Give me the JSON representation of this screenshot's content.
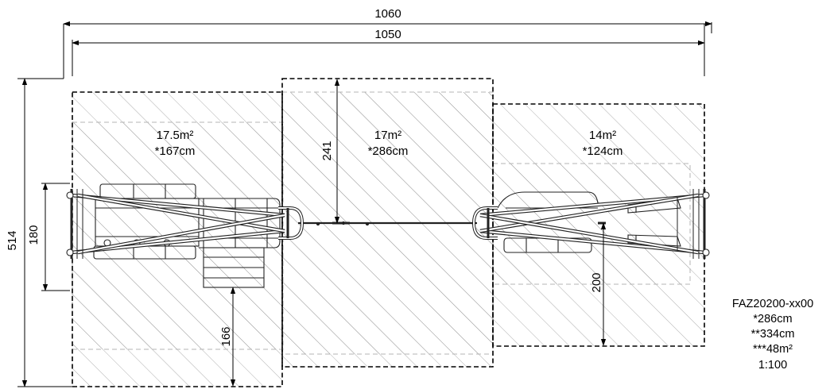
{
  "dimensions": {
    "overall_width": "1060",
    "frame_width": "1050",
    "overall_depth": "514",
    "equipment_depth": "180",
    "center_zone_depth": "241",
    "left_zone_depth": "166",
    "right_zone_depth": "200"
  },
  "zones": {
    "left": {
      "area": "17.5m²",
      "fall_height": "*167cm"
    },
    "center": {
      "area": "17m²",
      "fall_height": "*286cm"
    },
    "right": {
      "area": "14m²",
      "fall_height": "*124cm"
    }
  },
  "spec": {
    "product_code": "FAZ20200-xx00",
    "free_height": "*286cm",
    "free_space_length": "**334cm",
    "total_area": "***48m²",
    "scale": "1:100"
  }
}
